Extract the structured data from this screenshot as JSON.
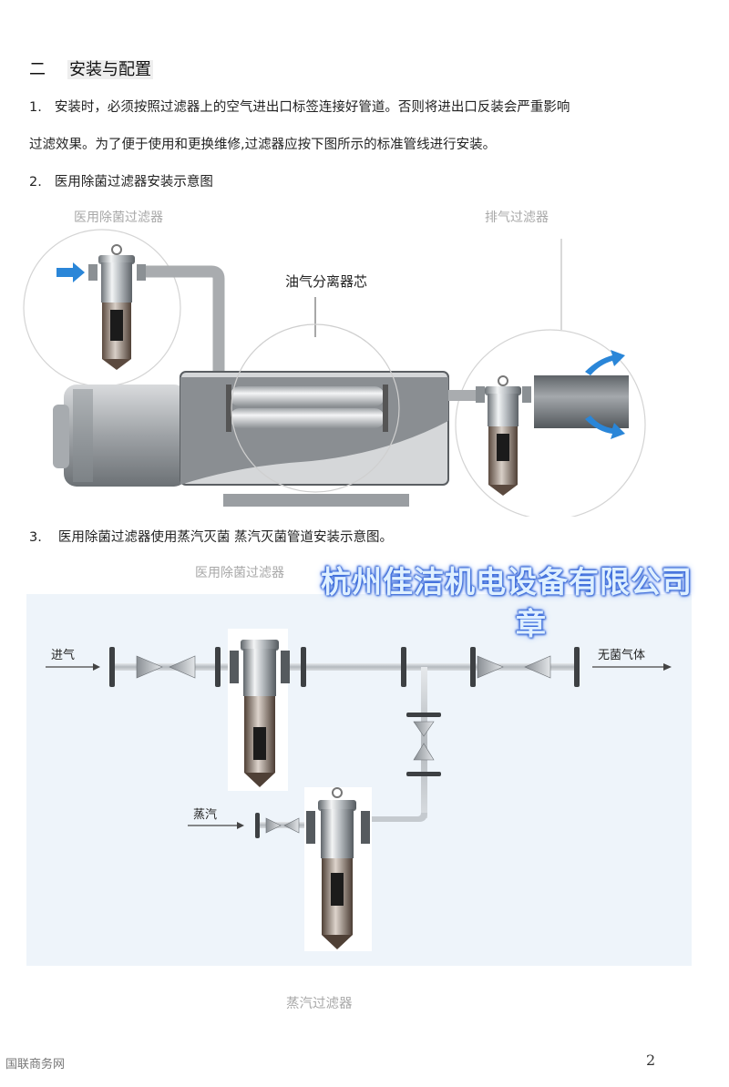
{
  "section": {
    "number": "二",
    "title": "安装与配置"
  },
  "item1": {
    "number": "1.",
    "line1": "安装时，必须按照过滤器上的空气进出口标签连接好管道。否则将进出口反装会严重影响",
    "line2": "过滤效果。为了便于使用和更换维修,过滤器应按下图所示的标准管线进行安装。"
  },
  "item2": {
    "number": "2.",
    "text": "医用除菌过滤器安装示意图"
  },
  "diagram1": {
    "label_left": "医用除菌过滤器",
    "label_right": "排气过滤器",
    "label_center": "油气分离器芯",
    "colors": {
      "arrow": "#2a86d8",
      "body": "#8a8e92",
      "pipe": "#a9acaf"
    }
  },
  "item3": {
    "number": "3.",
    "text": "医用除菌过滤器使用蒸汽灭菌   蒸汽灭菌管道安装示意图。"
  },
  "diagram2": {
    "label_top": "医用除菌过滤器",
    "label_inlet": "进气",
    "label_outlet": "无菌气体",
    "label_steam": "蒸汽",
    "label_bottom": "蒸汽过滤器",
    "colors": {
      "background": "#eef4fa",
      "pipe": "#c5cacf"
    }
  },
  "stamp": {
    "line1": "杭州佳洁机电设备有限公司",
    "line2": "章"
  },
  "footer": {
    "left": "国联商务网",
    "page": "2"
  }
}
